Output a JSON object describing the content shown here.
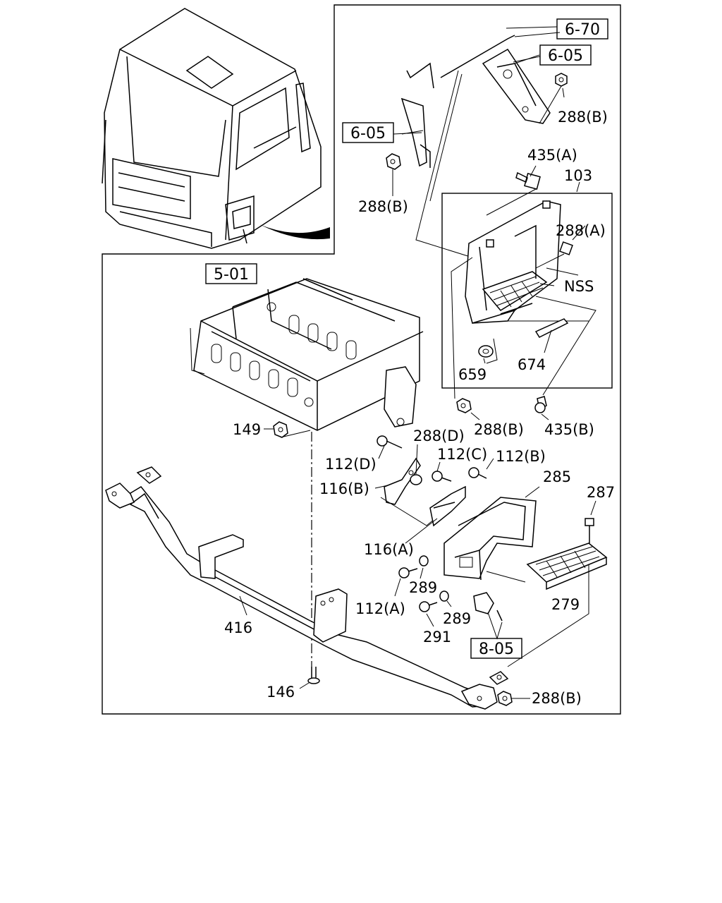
{
  "diagram": {
    "ref_boxes": {
      "r_6_70": "6-70",
      "r_6_05_top": "6-05",
      "r_6_05_left": "6-05",
      "r_5_01": "5-01",
      "r_8_05": "8-05"
    },
    "labels": {
      "l_288b_1": "288(B)",
      "l_288b_2": "288(B)",
      "l_435a": "435(A)",
      "l_103": "103",
      "l_288a": "288(A)",
      "l_nss": "NSS",
      "l_659": "659",
      "l_674": "674",
      "l_288b_3": "288(B)",
      "l_435b": "435(B)",
      "l_149": "149",
      "l_288d": "288(D)",
      "l_112d": "112(D)",
      "l_112c": "112(C)",
      "l_112b": "112(B)",
      "l_116b": "116(B)",
      "l_285": "285",
      "l_287": "287",
      "l_116a": "116(A)",
      "l_289_1": "289",
      "l_112a": "112(A)",
      "l_289_2": "289",
      "l_279": "279",
      "l_291": "291",
      "l_416": "416",
      "l_146": "146",
      "l_288b_4": "288(B)"
    }
  }
}
